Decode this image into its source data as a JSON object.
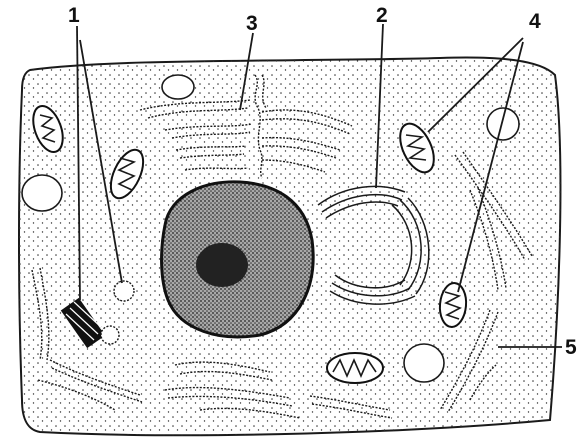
{
  "labels": [
    {
      "id": "1",
      "text": "1"
    },
    {
      "id": "2",
      "text": "2"
    },
    {
      "id": "3",
      "text": "3"
    },
    {
      "id": "4",
      "text": "4"
    },
    {
      "id": "5",
      "text": "5"
    }
  ],
  "colors": {
    "ink": "#1a1a1a",
    "background": "#ffffff"
  }
}
